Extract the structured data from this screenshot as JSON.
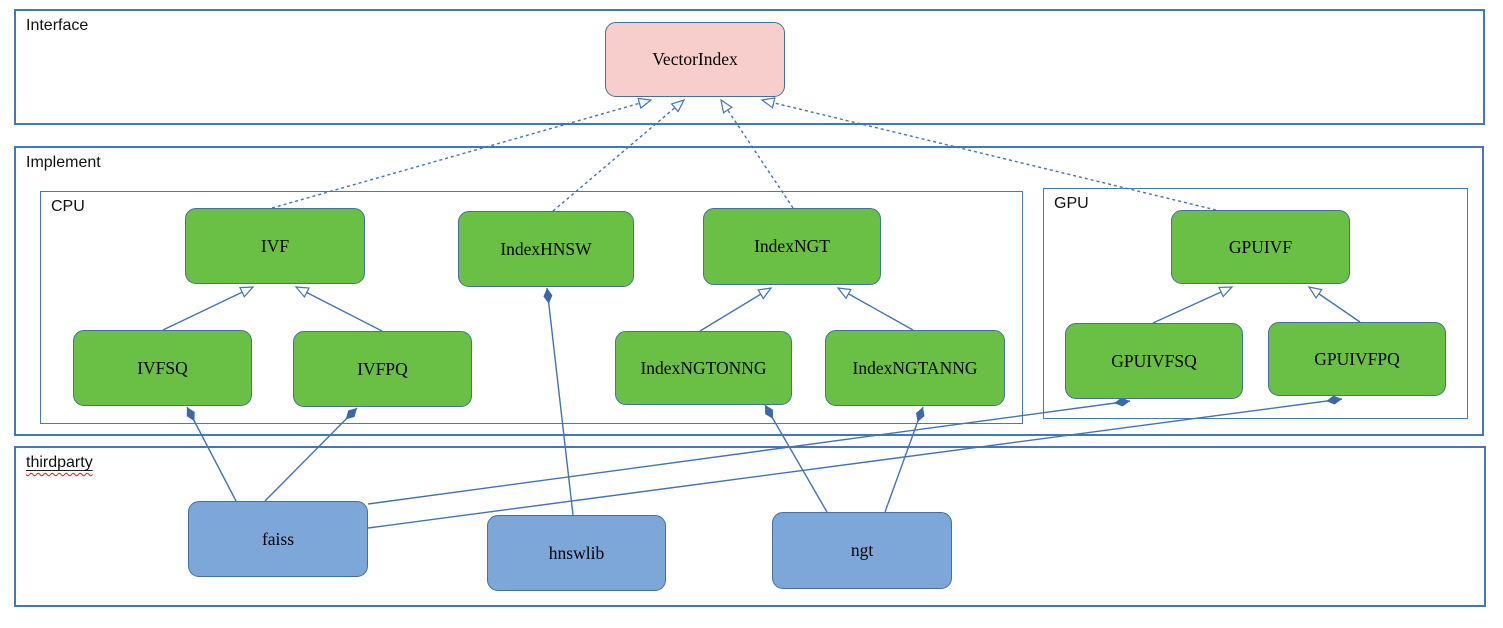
{
  "containers": {
    "interface": {
      "label": "Interface"
    },
    "implement": {
      "label": "Implement"
    },
    "cpu": {
      "label": "CPU"
    },
    "gpu": {
      "label": "GPU"
    },
    "thirdparty": {
      "label": "thirdparty"
    }
  },
  "nodes": {
    "vectorindex": {
      "label": "VectorIndex",
      "kind": "interface"
    },
    "ivf": {
      "label": "IVF",
      "kind": "class"
    },
    "indexhnsw": {
      "label": "IndexHNSW",
      "kind": "class"
    },
    "indexngt": {
      "label": "IndexNGT",
      "kind": "class"
    },
    "gpuivf": {
      "label": "GPUIVF",
      "kind": "class"
    },
    "ivfsq": {
      "label": "IVFSQ",
      "kind": "class"
    },
    "ivfpq": {
      "label": "IVFPQ",
      "kind": "class"
    },
    "indexngtonng": {
      "label": "IndexNGTONNG",
      "kind": "class"
    },
    "indexngtanng": {
      "label": "IndexNGTANNG",
      "kind": "class"
    },
    "gpuivfsq": {
      "label": "GPUIVFSQ",
      "kind": "class"
    },
    "gpuivfpq": {
      "label": "GPUIVFPQ",
      "kind": "class"
    },
    "faiss": {
      "label": "faiss",
      "kind": "thirdparty-lib"
    },
    "hnswlib": {
      "label": "hnswlib",
      "kind": "thirdparty-lib"
    },
    "ngt": {
      "label": "ngt",
      "kind": "thirdparty-lib"
    }
  },
  "edges": [
    {
      "from": "IVF",
      "to": "VectorIndex",
      "type": "realization-dashed-hollow-arrow"
    },
    {
      "from": "IndexHNSW",
      "to": "VectorIndex",
      "type": "realization-dashed-hollow-arrow"
    },
    {
      "from": "IndexNGT",
      "to": "VectorIndex",
      "type": "realization-dashed-hollow-arrow"
    },
    {
      "from": "GPUIVF",
      "to": "VectorIndex",
      "type": "realization-dashed-hollow-arrow"
    },
    {
      "from": "IVFSQ",
      "to": "IVF",
      "type": "generalization-hollow-arrow"
    },
    {
      "from": "IVFPQ",
      "to": "IVF",
      "type": "generalization-hollow-arrow"
    },
    {
      "from": "IndexNGTONNG",
      "to": "IndexNGT",
      "type": "generalization-hollow-arrow"
    },
    {
      "from": "IndexNGTANNG",
      "to": "IndexNGT",
      "type": "generalization-hollow-arrow"
    },
    {
      "from": "GPUIVFSQ",
      "to": "GPUIVF",
      "type": "generalization-hollow-arrow"
    },
    {
      "from": "GPUIVFPQ",
      "to": "GPUIVF",
      "type": "generalization-hollow-arrow"
    },
    {
      "from": "IndexHNSW",
      "to": "hnswlib",
      "type": "composition-filled-diamond"
    },
    {
      "from": "IVFSQ",
      "to": "faiss",
      "type": "composition-filled-diamond"
    },
    {
      "from": "IVFPQ",
      "to": "faiss",
      "type": "composition-filled-diamond"
    },
    {
      "from": "IndexNGTONNG",
      "to": "ngt",
      "type": "composition-filled-diamond"
    },
    {
      "from": "IndexNGTANNG",
      "to": "ngt",
      "type": "composition-filled-diamond"
    },
    {
      "from": "GPUIVFSQ",
      "to": "faiss",
      "type": "composition-filled-diamond"
    },
    {
      "from": "GPUIVFPQ",
      "to": "faiss",
      "type": "composition-filled-diamond"
    }
  ],
  "colors": {
    "interface_fill": "#f8cecc",
    "class_fill": "#6abf45",
    "thirdparty_fill": "#7da7d9",
    "box_border": "#41719c",
    "container_border": "#4478b8",
    "connector": "#4273b4",
    "spellcheck_squiggle": "#cf2222"
  }
}
